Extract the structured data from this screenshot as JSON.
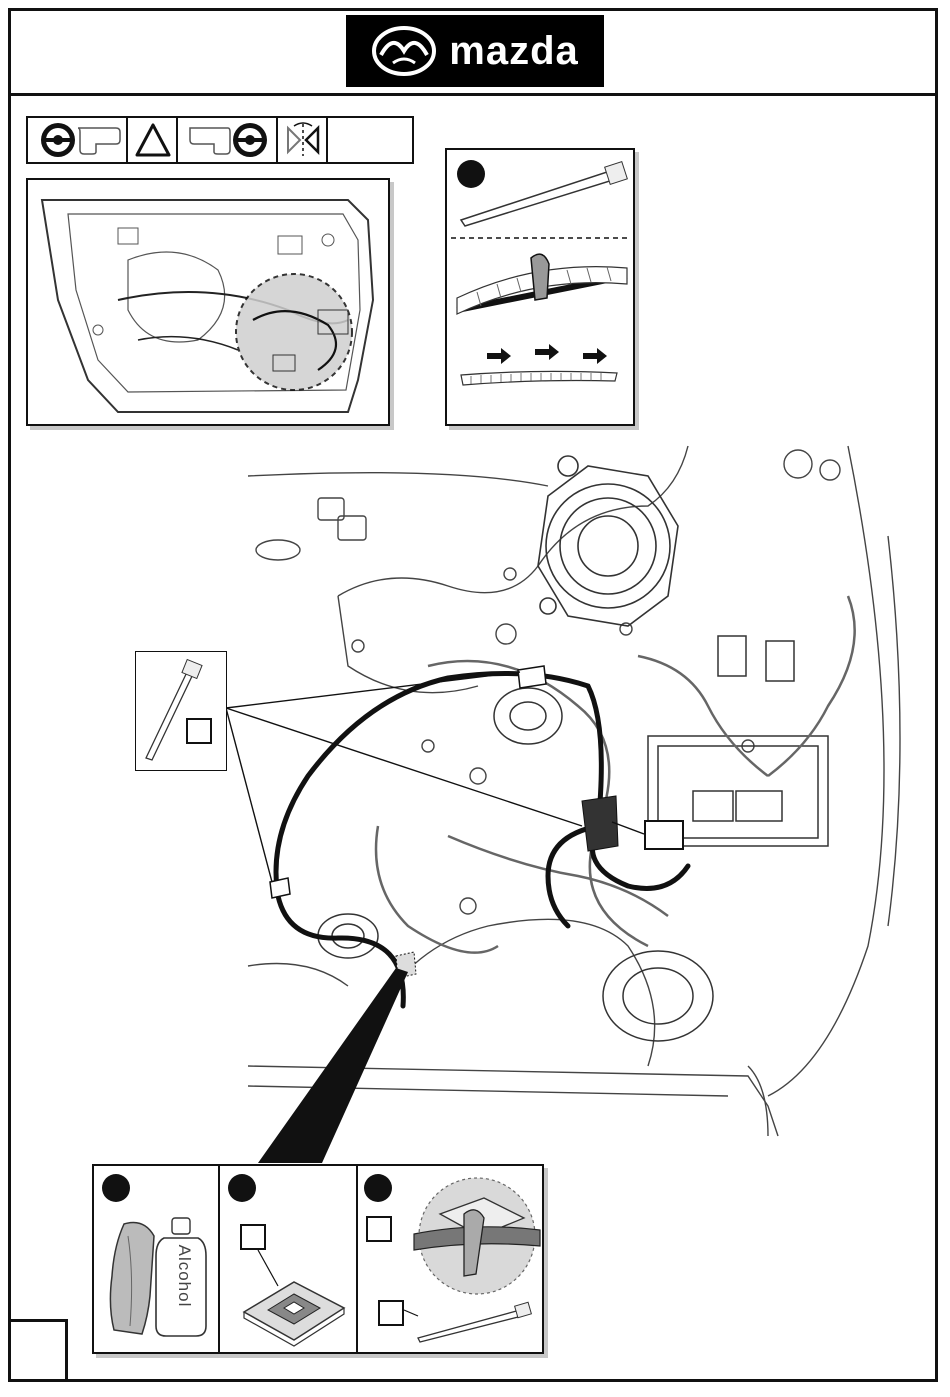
{
  "header": {
    "brand": "mazda",
    "page_number": ""
  },
  "packaging": {
    "bottle_label": "Alcohol"
  },
  "colors": {
    "ink": "#111111",
    "shade": "#d9d9d9",
    "logo_bg": "#000000",
    "logo_fg": "#ffffff"
  },
  "icons": {
    "symbols": [
      "steering-wheel-left-icon",
      "warning-triangle-icon",
      "steering-wheel-right-icon",
      "mirror-symmetry-icon"
    ],
    "step_markers": [
      "step-1-marker",
      "step-2-marker",
      "step-3-marker",
      "cable-tie-step-marker"
    ]
  }
}
